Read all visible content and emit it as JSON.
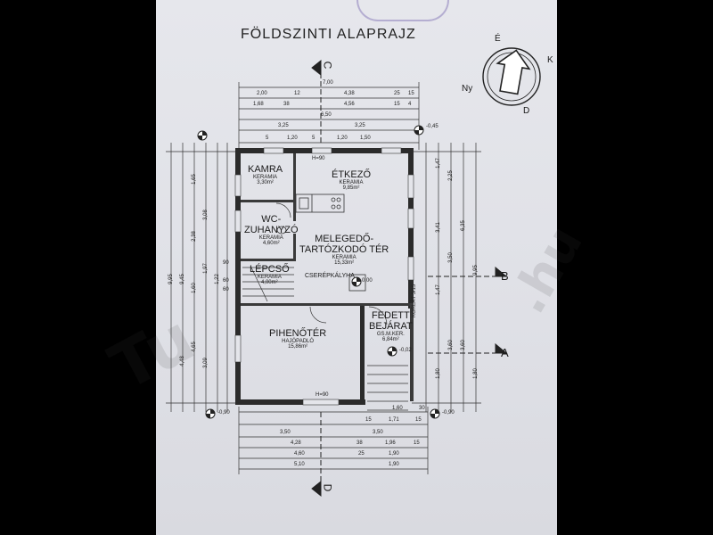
{
  "title": "FÖLDSZINTI ALAPRAJZ",
  "watermark": "Tu",
  "watermark2": ".hu",
  "compass": {
    "north": "É",
    "east": "K",
    "south": "D",
    "west": "Ny"
  },
  "sections": {
    "a": "A",
    "b": "B",
    "c": "C",
    "d": "D"
  },
  "rooms": {
    "kamra": {
      "name": "KAMRA",
      "material": "KERAMIA",
      "area": "3,30m²"
    },
    "etkezo": {
      "name": "ÉTKEZŐ",
      "material": "KERAMIA",
      "area": "9,85m²"
    },
    "wc": {
      "name": "WC-",
      "name2": "ZUHANYZÓ",
      "material": "KERAMIA",
      "area": "4,60m²"
    },
    "melegedo": {
      "name": "MELEGEDŐ-",
      "name2": "TARTÓZKODÓ TÉR",
      "material": "KERAMIA",
      "area": "15,33m²"
    },
    "lepcso": {
      "name": "LÉPCSŐ",
      "material": "KERAMIA",
      "area": "4,00m²"
    },
    "cserepkalyha": {
      "name": "CSERÉPKÁLYHA"
    },
    "pihenoter": {
      "name": "PIHENŐTÉR",
      "material": "HAJÓPADLÓ",
      "area": "15,86m²"
    },
    "fedett": {
      "name": "FEDETT",
      "name2": "BEJÁRAT",
      "material": "GS.M.KER.",
      "area": "6,84m²"
    }
  },
  "labels": {
    "h90a": "H=90",
    "h90b": "H=90",
    "level0": "0,00",
    "levelm045": "-0,45",
    "levelm090": "-0,90",
    "levelm002": "-0,02",
    "korlat": "KORLÁT 5/15"
  },
  "dims_top": {
    "row1": [
      "7,00"
    ],
    "row2": [
      "2,00",
      "12",
      "4,38",
      "25",
      "15"
    ],
    "row3": [
      "1,68",
      "38",
      "4,56",
      "15",
      "4"
    ],
    "row4": [
      "6,50"
    ],
    "row5": [
      "3,25",
      "3,25"
    ],
    "row6": [
      "5",
      "1,20",
      "5",
      "1,20",
      "1,50"
    ]
  },
  "dims_bottom": {
    "row1": [
      "1,60",
      "30"
    ],
    "row2": [
      "15",
      "1,71",
      "15"
    ],
    "row3": [
      "3,50",
      "3,50"
    ],
    "row4": [
      "4,28",
      "38",
      "1,96",
      "15"
    ],
    "row5": [
      "4,60",
      "25",
      "1,90"
    ],
    "row6": [
      "5,10",
      "1,90"
    ]
  },
  "dims_left": [
    "9,95",
    "9,45",
    "1,65",
    "3,08",
    "2,38",
    "1,97",
    "1,22",
    "1,60",
    "4,65",
    "3,09",
    "4,48",
    "60",
    "60",
    "90"
  ],
  "dims_right": [
    "1,47",
    "2,25",
    "6,35",
    "9,95",
    "3,41",
    "3,50",
    "1,47",
    "3,60",
    "3,60",
    "1,80",
    "1,80"
  ]
}
